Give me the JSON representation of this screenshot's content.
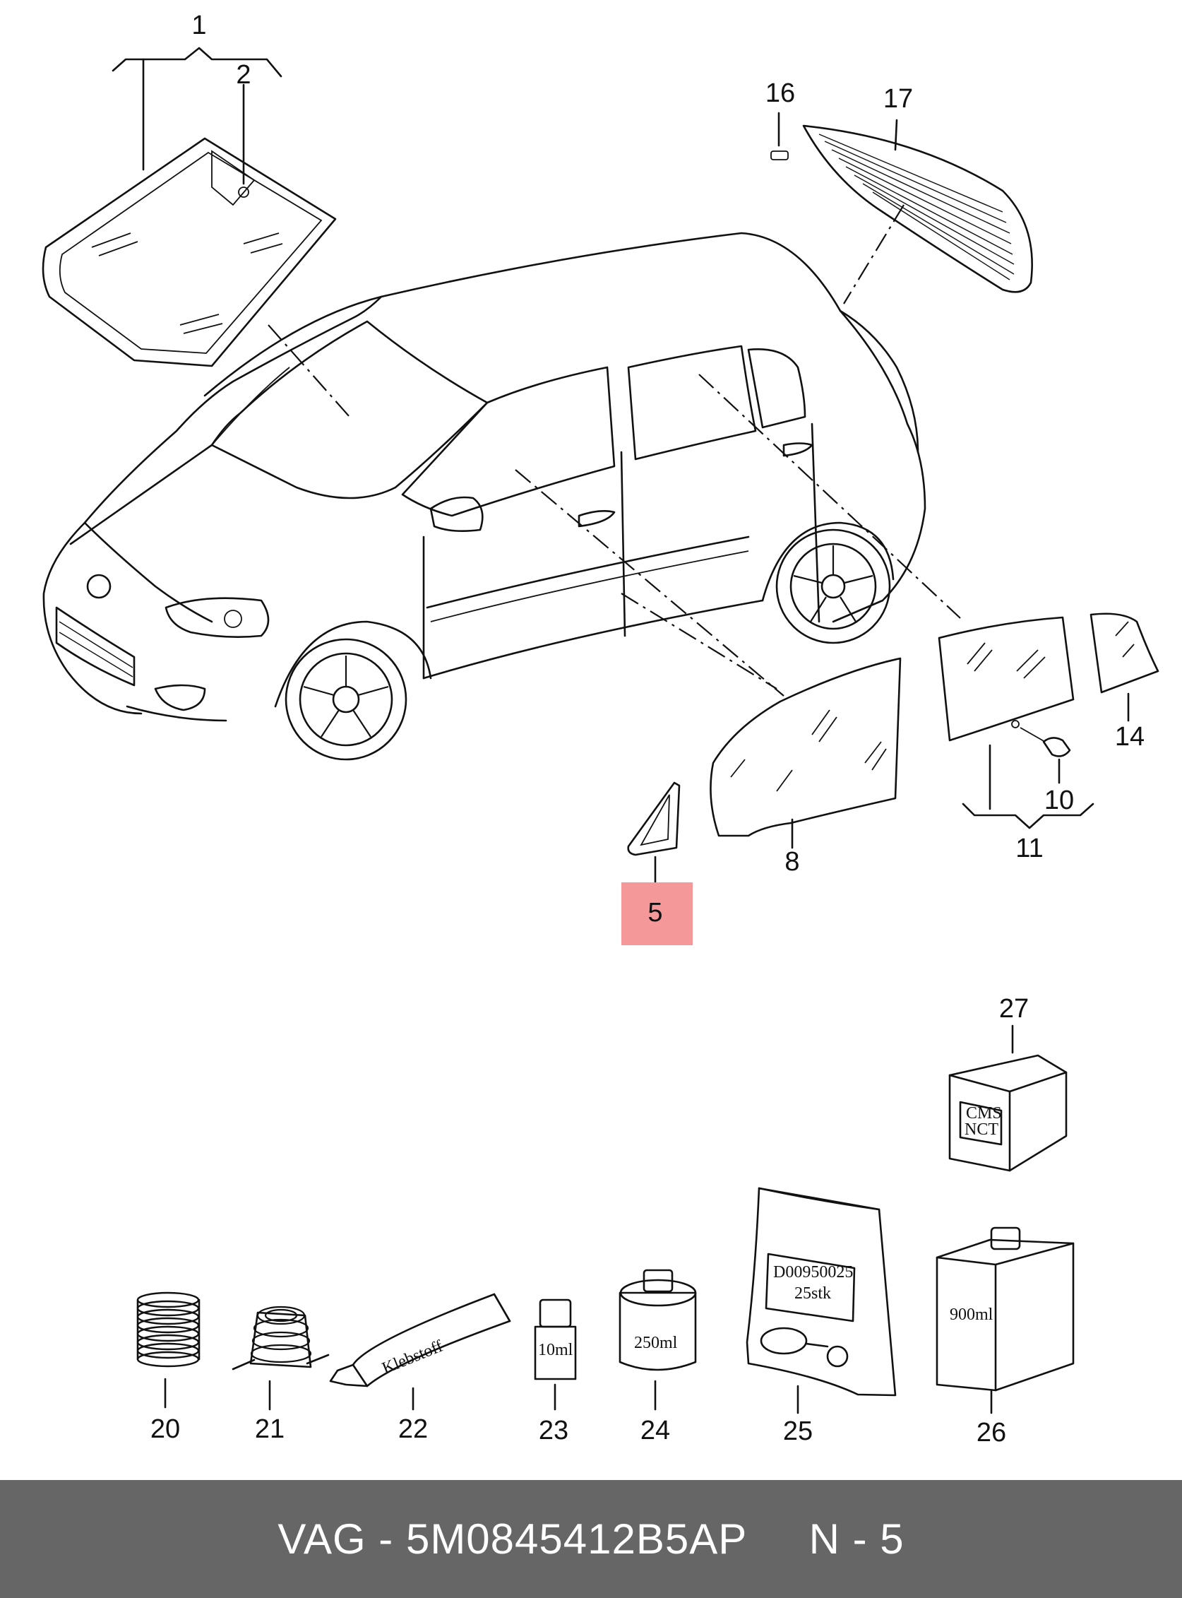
{
  "diagram": {
    "callouts": [
      "1",
      "2",
      "16",
      "17",
      "14",
      "10",
      "11",
      "8",
      "5",
      "27",
      "20",
      "21",
      "22",
      "23",
      "24",
      "25",
      "26"
    ],
    "highlight_color": "#f4989a",
    "highlighted_callout": "5",
    "package_labels": {
      "tube": "Klebstoff",
      "bottle_small": "10ml",
      "can": "250ml",
      "bag_line1": "D00950025",
      "bag_line2": "25stk",
      "bottle_large": "900ml",
      "box_line1": "CMS",
      "box_line2": "NCT"
    }
  },
  "footer": {
    "text": "VAG - 5M0845412B5AP     N - 5",
    "background": "#666666"
  }
}
